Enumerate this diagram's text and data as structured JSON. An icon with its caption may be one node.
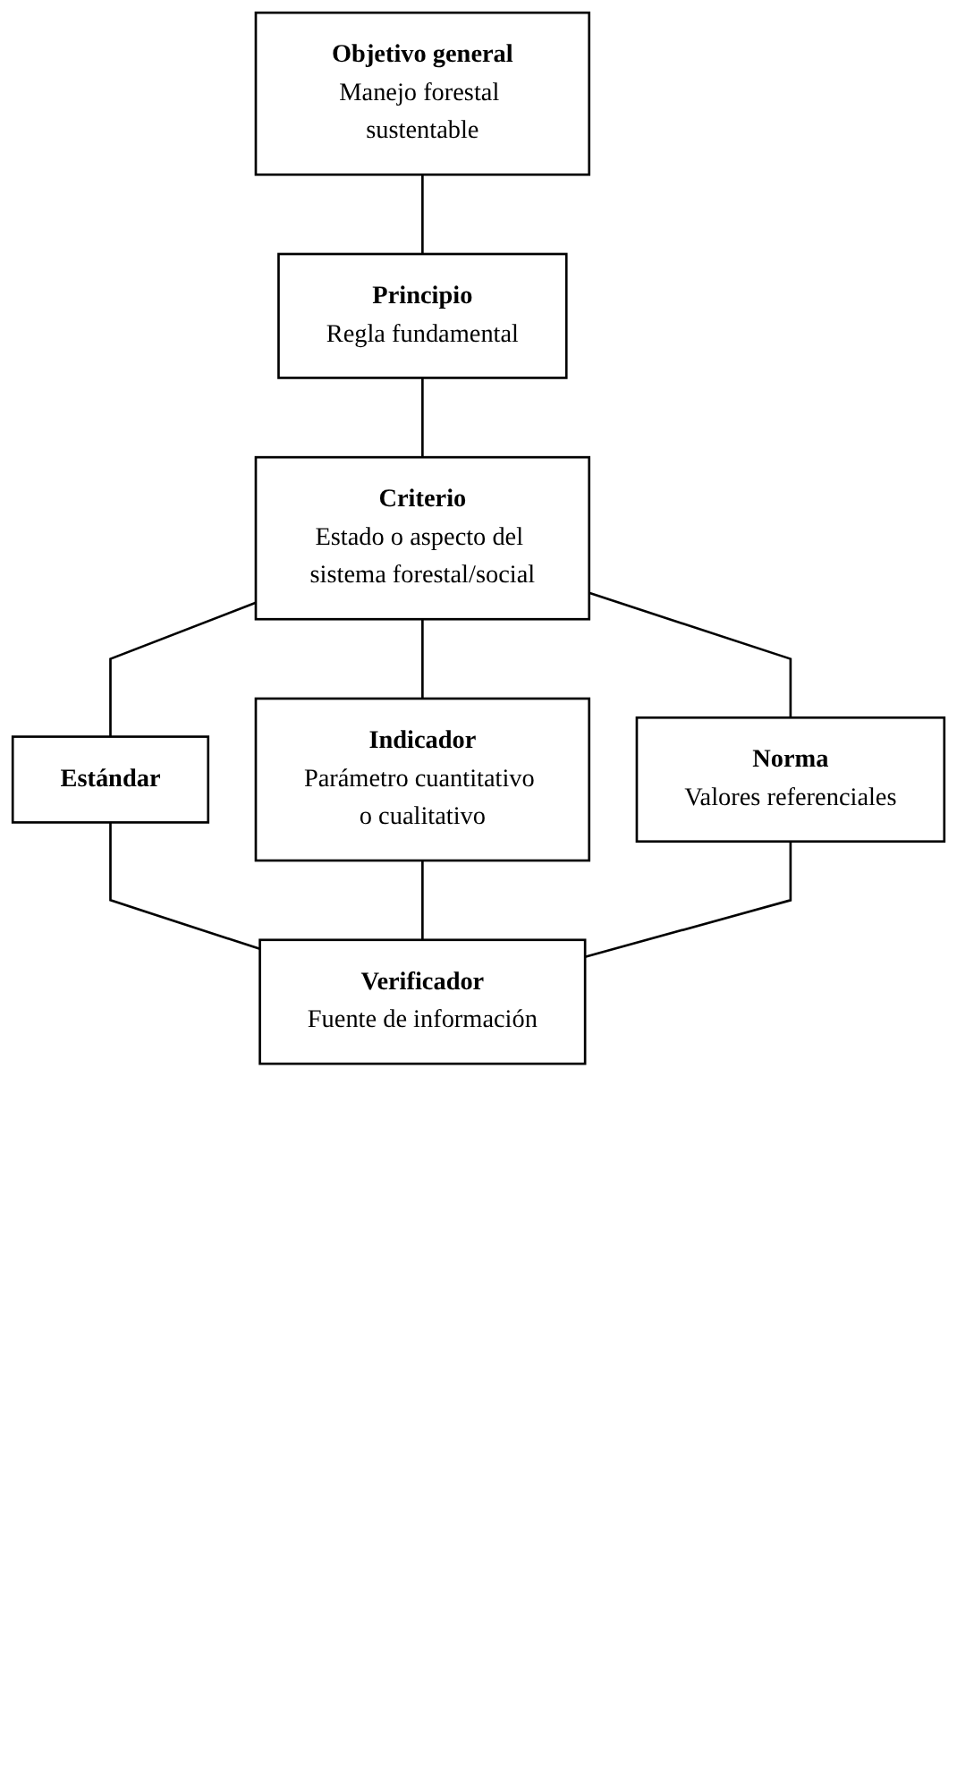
{
  "diagram": {
    "nodes": [
      {
        "text": [
          "Objetivo general",
          "Manejo forestal sustentable"
        ]
      },
      {
        "text": [
          "Principio",
          "Regla fundamental"
        ]
      },
      {
        "text": [
          "Criterio",
          "Estado o aspecto del sistema forestal/social"
        ]
      },
      {
        "text": [
          "Estándar"
        ]
      },
      {
        "text": [
          "Indicador",
          "Parámetro cuantitativo o cualitativo"
        ]
      },
      {
        "text": [
          "Norma",
          "Valores referenciales"
        ]
      },
      {
        "text": [
          "Verificador",
          "Fuente de información"
        ]
      }
    ],
    "edges": [
      {
        "from": 0,
        "to": 1,
        "arrow": "none"
      },
      {
        "from": 1,
        "to": 2,
        "arrow": "none"
      },
      {
        "from": 2,
        "to": 3,
        "arrow": "none"
      },
      {
        "from": 2,
        "to": 4,
        "arrow": "none"
      },
      {
        "from": 2,
        "to": 5,
        "arrow": "none"
      },
      {
        "from": 3,
        "to": 6,
        "arrow": "none"
      },
      {
        "from": 4,
        "to": 6,
        "arrow": "none"
      },
      {
        "from": 5,
        "to": 6,
        "arrow": "none"
      }
    ]
  }
}
